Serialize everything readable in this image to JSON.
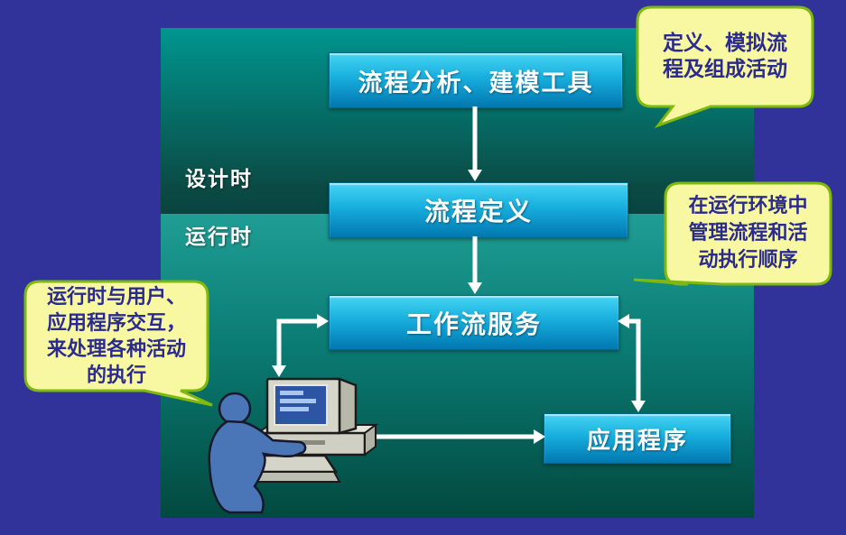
{
  "slide": {
    "regions": {
      "design_time": {
        "label": "设计时"
      },
      "run_time": {
        "label": "运行时"
      }
    },
    "boxes": {
      "modeling_tool": {
        "label": "流程分析、建模工具"
      },
      "process_definition": {
        "label": "流程定义"
      },
      "workflow_service": {
        "label": "工作流服务"
      },
      "application": {
        "label": "应用程序"
      }
    },
    "callouts": {
      "top_right": {
        "text": "定义、模拟流\n程及组成活动"
      },
      "middle_right": {
        "text": "在运行环境中\n管理流程和活\n动执行顺序"
      },
      "left": {
        "text": "运行时与用户、\n应用程序交互，\n来处理各种活动\n的执行"
      }
    },
    "clipart": {
      "name": "user-at-computer"
    },
    "colors": {
      "background": "#32329b",
      "panel_teal_top": "#00968f",
      "panel_teal_bottom": "#02493f",
      "box_cyan_top": "#46d4f3",
      "box_cyan_bottom": "#0277b0",
      "bubble_fill": "#f8f8a2",
      "bubble_border": "#7fb80e",
      "bubble_text": "#2b2b8f",
      "arrow": "#ffffff",
      "label_text": "#ffffff"
    }
  }
}
